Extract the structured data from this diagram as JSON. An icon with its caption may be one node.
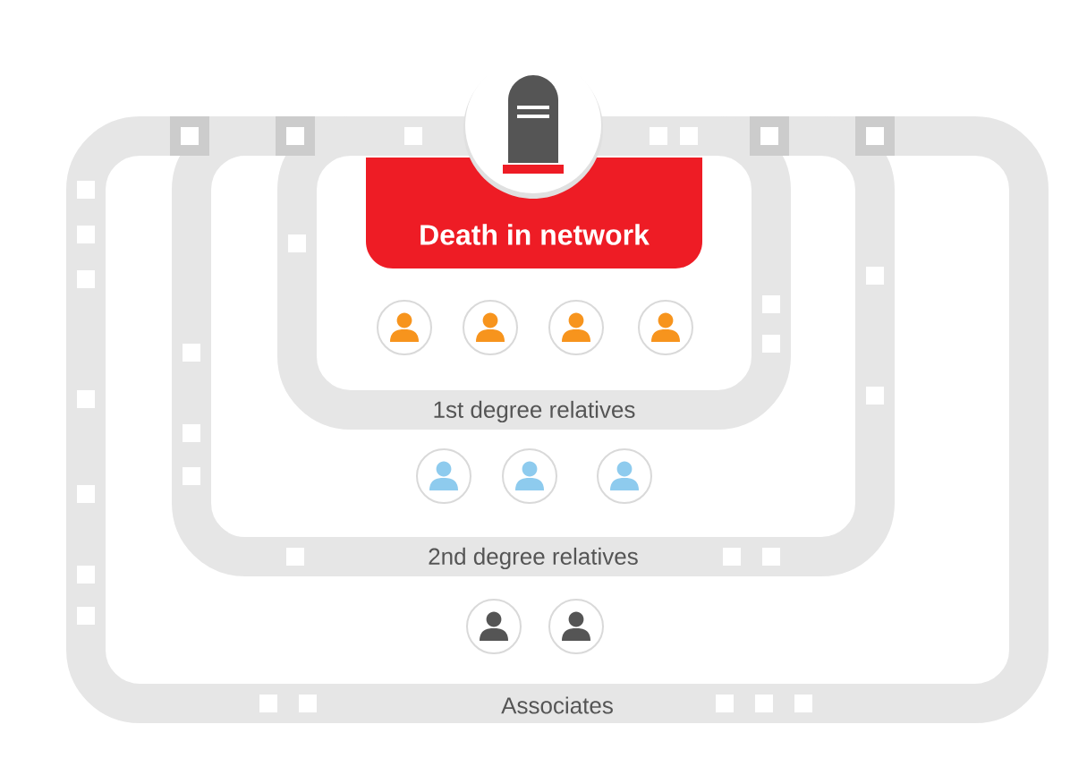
{
  "diagram": {
    "nodes": [
      {
        "text": [
          "Associates"
        ]
      },
      {
        "text": [
          "2nd degree relatives"
        ],
        "in": 0
      },
      {
        "text": [
          "1st degree relatives"
        ],
        "in": 1
      },
      {
        "text": [
          "Death in network"
        ],
        "in": 2
      },
      {
        "text": [],
        "shape": "person",
        "in": 2
      },
      {
        "text": [],
        "shape": "person",
        "in": 2
      },
      {
        "text": [],
        "shape": "person",
        "in": 2
      },
      {
        "text": [],
        "shape": "person",
        "in": 2
      },
      {
        "text": [],
        "shape": "person",
        "in": 1
      },
      {
        "text": [],
        "shape": "person",
        "in": 1
      },
      {
        "text": [],
        "shape": "person",
        "in": 1
      },
      {
        "text": [],
        "shape": "person",
        "in": 0
      },
      {
        "text": [],
        "shape": "person",
        "in": 0
      }
    ]
  }
}
